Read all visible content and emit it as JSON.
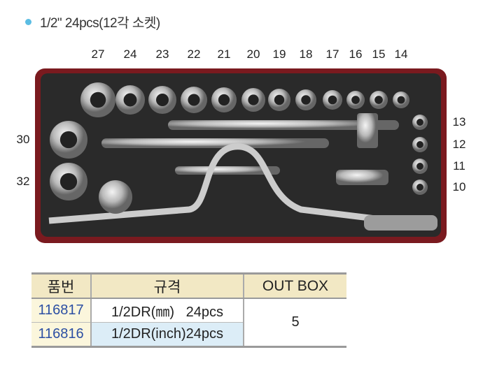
{
  "title": "1/2\" 24pcs(12각 소켓)",
  "bullet_color": "#5bbde3",
  "socket_labels": {
    "top": [
      "27",
      "24",
      "23",
      "22",
      "21",
      "20",
      "19",
      "18",
      "17",
      "16",
      "15",
      "14"
    ],
    "right": [
      "13",
      "12",
      "11",
      "10"
    ],
    "left": [
      "30",
      "32"
    ]
  },
  "table": {
    "headers": [
      "품번",
      "규격",
      "OUT BOX"
    ],
    "rows": [
      {
        "code": "116817",
        "spec": "1/2DR(㎜)   24pcs"
      },
      {
        "code": "116816",
        "spec": "1/2DR(inch)24pcs"
      }
    ],
    "out_box": "5"
  }
}
